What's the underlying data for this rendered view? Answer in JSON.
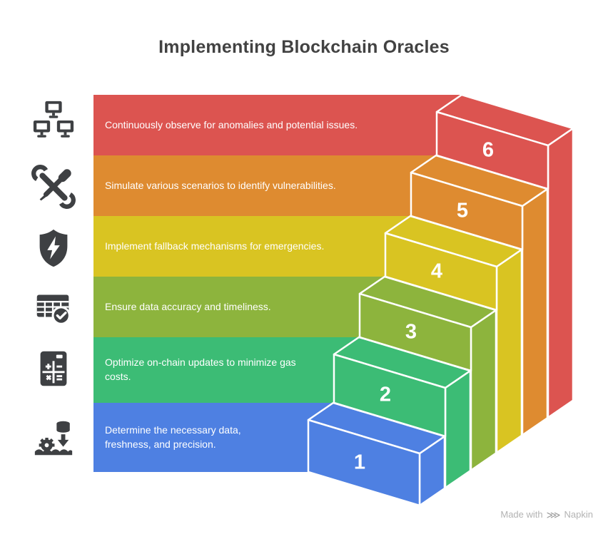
{
  "title": "Implementing Blockchain Oracles",
  "steps": [
    {
      "number": "1",
      "label": "Determine the necessary data,\nfreshness, and precision.",
      "color": "#4E80E2",
      "icon": "data-extraction-icon"
    },
    {
      "number": "2",
      "label": "Optimize on-chain updates to minimize gas\ncosts.",
      "color": "#3CBC75",
      "icon": "calculator-icon"
    },
    {
      "number": "3",
      "label": "Ensure data accuracy and timeliness.",
      "color": "#8DB43D",
      "icon": "table-check-icon"
    },
    {
      "number": "4",
      "label": "Implement fallback mechanisms for emergencies.",
      "color": "#D9C422",
      "icon": "shield-bolt-icon"
    },
    {
      "number": "5",
      "label": "Simulate various scenarios to identify vulnerabilities.",
      "color": "#DE8B30",
      "icon": "tools-icon"
    },
    {
      "number": "6",
      "label": "Continuously observe for anomalies and potential issues.",
      "color": "#DC5450",
      "icon": "network-monitors-icon"
    }
  ],
  "watermark": {
    "prefix": "Made with",
    "brand": "Napkin",
    "logo_glyph": "⋙"
  },
  "palette": {
    "background": "#FFFFFF",
    "title_color": "#424242",
    "icon_color": "#3E4043",
    "outline": "#FFFFFF",
    "text_on_band": "#FFFFFF",
    "watermark_color": "#B3B3B3"
  }
}
